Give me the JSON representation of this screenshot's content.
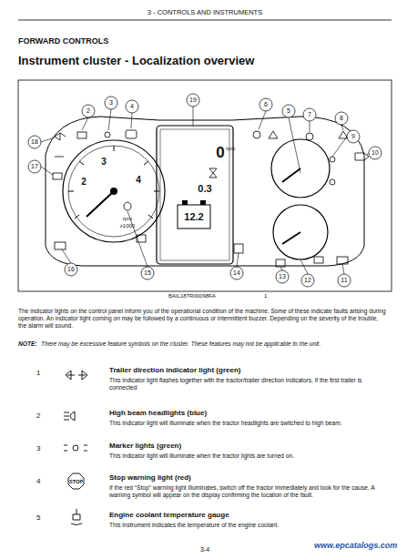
{
  "diagram": {
    "title": "Instrument cluster - Localization overview",
    "labels": [
      "3 - CONTROLS AND INSTRUMENTS",
      "FORWARD CONTROLS",
      "2",
      "3",
      "4",
      "5",
      "6",
      "7",
      "8",
      "9",
      "10",
      "11",
      "12",
      "13",
      "14",
      "15",
      "16",
      "17",
      "18",
      "19",
      "2",
      "3",
      "4",
      "rpm",
      "x1000",
      "0",
      "rpm",
      "0.3",
      "12.2",
      "BAIL18TR00098FA",
      "1",
      "The indicator lights on the control panel inform you of the operational condition of the machine. Some of these indicate faults arising during operation. An indicator light coming on may be followed by a continuous or intermittent buzzer. Depending on the severity of the trouble, the alarm will sound.",
      "NOTE:",
      "There may be excessive feature symbols on the cluster. These features may not be applicable to the unit.",
      "1",
      "Trailer direction indicator light (green)",
      "This indicator light flashes together with the tractor/trailer direction indicators, if the first trailer is connected",
      "2",
      "High beam headlights (blue)",
      "This indicator light will illuminate when the tractor headlights are switched to high beam.",
      "3",
      "Marker lights (green)",
      "This indicator light will illuminate when the tractor lights are turned on.",
      "4",
      "STOP",
      "Stop warning light (red)",
      "If the red “Stop” warning light illuminates, switch off the tractor immediately and look for the cause. A warning symbol will appear on the display confirming the location of the fault.",
      "5",
      "Engine coolant temperature gauge",
      "This instrument indicates the temperature of the engine coolant.",
      "3-4",
      "www.epcatalogs.com"
    ]
  }
}
